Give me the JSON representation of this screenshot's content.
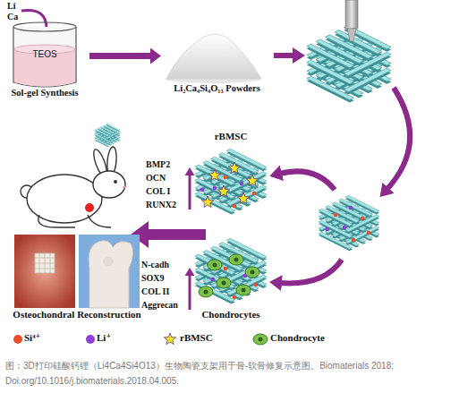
{
  "diagram": {
    "caption": "图：3D打印硅酸钙锂（Li4Ca4Si4O13）生物陶瓷支架用于骨-软骨修复示意图。Biomaterials 2018; Doi.org/10.1016/j.biomaterials.2018.04.005.",
    "nodes": [
      {
        "text": [
          "TEOS",
          "Sol-gel Synthesis"
        ]
      },
      {
        "text": [
          "Li₂Ca₄Si₄O₁₃ Powders"
        ]
      },
      {
        "text": [
          "rBMSC"
        ]
      },
      {
        "text": [
          "Chondrocytes"
        ]
      },
      {
        "text": [
          "Osteochondral Reconstruction"
        ]
      }
    ],
    "edges": [
      {
        "from": 0,
        "to": 1,
        "arrow": "to"
      }
    ],
    "labels": [
      "Li",
      "Ca",
      "BMP2",
      "OCN",
      "COL I",
      "RUNX2",
      "N-cadh",
      "SOX9",
      "COL II",
      "Aggrecan"
    ],
    "legend": [
      {
        "text": "Si⁴⁺",
        "color": "#e8502a"
      },
      {
        "text": "Li⁺",
        "color": "#8e3fd6"
      },
      {
        "text": "rBMSC"
      },
      {
        "text": "Chondrocyte"
      }
    ]
  }
}
